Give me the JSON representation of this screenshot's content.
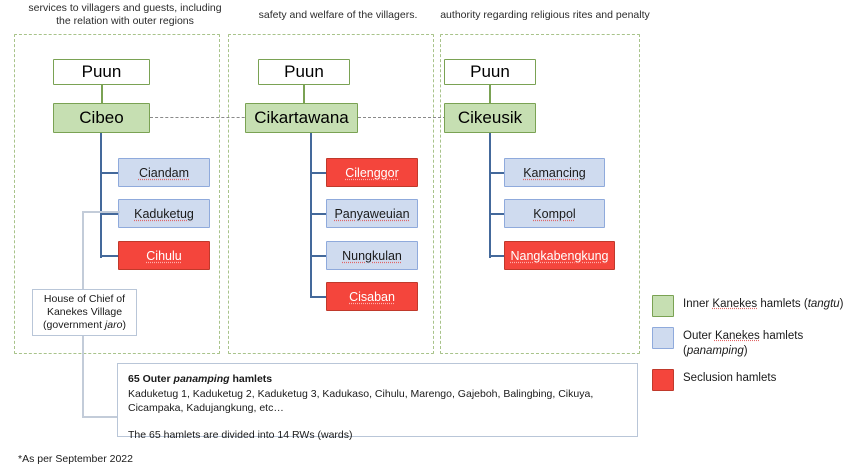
{
  "captions": [
    "services to villagers and guests, including the relation with outer regions",
    "safety and welfare of the villagers.",
    "authority regarding religious rites and penalty"
  ],
  "columns": [
    {
      "puun": "Puun",
      "leader": "Cibeo",
      "children": [
        {
          "label": "Ciandam",
          "type": "outer"
        },
        {
          "label": "Kaduketug",
          "type": "outer"
        },
        {
          "label": "Cihulu",
          "type": "seclusion"
        }
      ]
    },
    {
      "puun": "Puun",
      "leader": "Cikartawana",
      "children": [
        {
          "label": "Cilenggor",
          "type": "seclusion"
        },
        {
          "label": "Panyaweuian",
          "type": "outer"
        },
        {
          "label": "Nungkulan",
          "type": "outer"
        },
        {
          "label": "Cisaban",
          "type": "seclusion"
        }
      ]
    },
    {
      "puun": "Puun",
      "leader": "Cikeusik",
      "children": [
        {
          "label": "Kamancing",
          "type": "outer"
        },
        {
          "label": "Kompol",
          "type": "outer"
        },
        {
          "label": "Nangkabengkung",
          "type": "seclusion"
        }
      ]
    }
  ],
  "house_of_chief": {
    "line1": "House of Chief of",
    "line2": "Kanekes Village",
    "line3_prefix": "(government ",
    "line3_italic": "jaro",
    "line3_suffix": ")"
  },
  "info_box": {
    "title_prefix": "65 Outer ",
    "title_italic": "panamping",
    "title_suffix": " hamlets",
    "body": "Kaduketug 1, Kaduketug 2, Kaduketug 3, Kadukaso, Cihulu, Marengo, Gajeboh, Balingbing, Cikuya, Cicampaka, Kadujangkung, etc…",
    "footer": "The 65 hamlets are divided into 14 RWs (wards)"
  },
  "legend": [
    {
      "swatch": "green",
      "text_a": "Inner ",
      "text_u": "Kanekes",
      "text_b": " hamlets (",
      "text_i": "tangtu",
      "text_c": ")"
    },
    {
      "swatch": "blue",
      "text_a": "Outer ",
      "text_u": "Kanekes",
      "text_b": " hamlets",
      "text_i": "panamping",
      "text_c": ""
    },
    {
      "swatch": "red",
      "text_a": "Seclusion hamlets",
      "text_u": "",
      "text_b": "",
      "text_i": "",
      "text_c": ""
    }
  ],
  "legend_outer_line2_prefix": "(",
  "legend_outer_line2_italic": "panamping",
  "legend_outer_line2_suffix": ")",
  "footnote": "*As per September 2022",
  "colors": {
    "inner_fill": "#c6dfb2",
    "inner_border": "#7aa253",
    "outer_fill": "#cfdbef",
    "outer_border": "#8faadc",
    "seclusion_fill": "#f4453c",
    "connector_blue": "#44699b",
    "group_dashed": "#a8c38a"
  }
}
